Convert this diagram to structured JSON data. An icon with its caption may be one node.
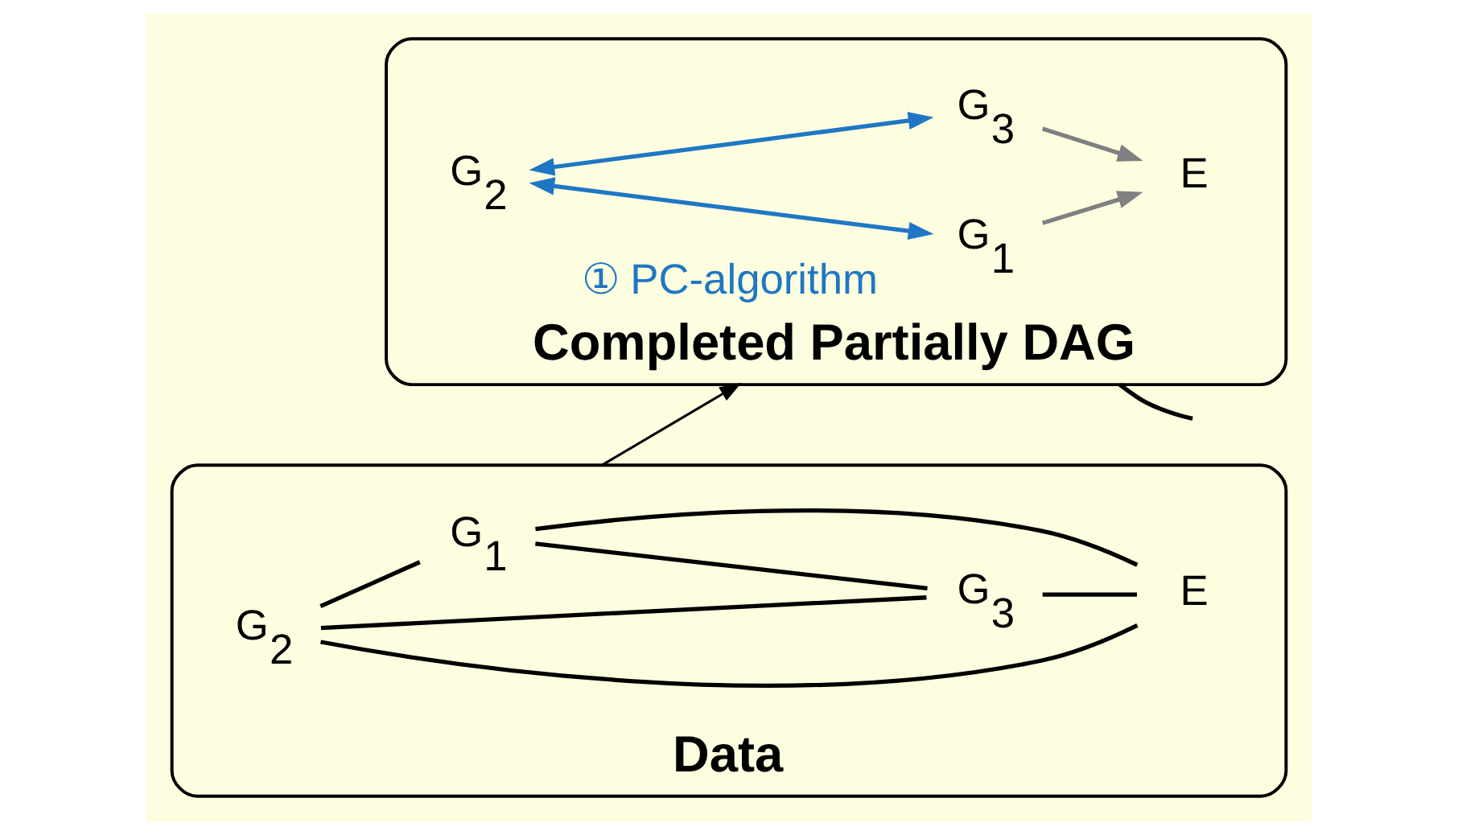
{
  "diagram": {
    "nodes": [
      {
        "text": [
          "Data"
        ]
      },
      {
        "text": [
          "G$_{1}$"
        ],
        "in": 0
      },
      {
        "text": [
          "E"
        ],
        "in": 0
      },
      {
        "text": [
          "G$_{2}$"
        ],
        "in": 0
      },
      {
        "text": [
          "G$_{3}$"
        ],
        "in": 0
      },
      {
        "text": [
          "Completed Partially DAG"
        ]
      },
      {
        "text": [
          "G$_{1}$"
        ],
        "in": 5
      },
      {
        "text": [
          "E"
        ],
        "in": 5
      },
      {
        "text": [
          "G$_{2}$"
        ],
        "in": 5
      },
      {
        "text": [
          "G$_{3}$"
        ],
        "in": 5
      }
    ],
    "edges": [
      {
        "from": 1,
        "to": 2,
        "arrow": "none"
      },
      {
        "from": 3,
        "to": 1,
        "arrow": "none"
      },
      {
        "from": 3,
        "to": 2,
        "arrow": "none"
      },
      {
        "from": 3,
        "to": 4,
        "arrow": "none"
      },
      {
        "from": 1,
        "to": 4,
        "arrow": "none"
      },
      {
        "from": 4,
        "to": 2,
        "arrow": "none"
      },
      {
        "from": 0,
        "to": 5,
        "arrow": "to",
        "label": "① PC-algorithm"
      },
      {
        "from": 8,
        "to": 6,
        "arrow": "both",
        "color": "#1f77c4"
      },
      {
        "from": 8,
        "to": 9,
        "arrow": "both",
        "color": "#1f77c4"
      },
      {
        "from": 6,
        "to": 7,
        "arrow": "to",
        "color": "#808080"
      },
      {
        "from": 9,
        "to": 7,
        "arrow": "to",
        "color": "#808080"
      },
      {
        "from": 5,
        "to": null,
        "arrow": "none"
      }
    ]
  }
}
